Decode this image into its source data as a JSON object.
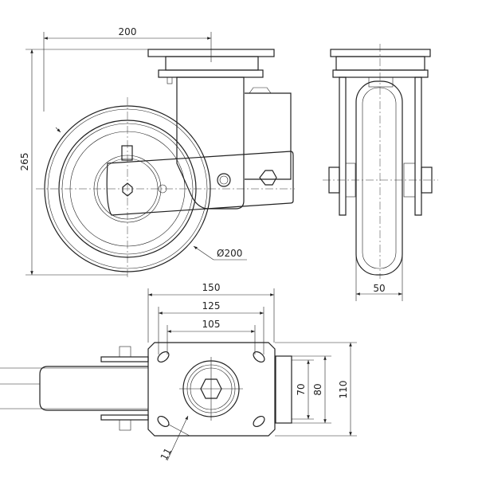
{
  "drawing": {
    "side_view": {
      "width_dim": "200",
      "height_dim": "265",
      "wheel_diameter": "Ø200"
    },
    "front_view": {
      "wheel_width_dim": "50"
    },
    "top_view": {
      "plate_width_dim": "150",
      "hole_spacing_outer_dim": "125",
      "hole_spacing_inner_dim": "105",
      "plate_depth_dim": "110",
      "hole_spacing_depth_outer_dim": "80",
      "hole_spacing_depth_inner_dim": "70",
      "bolt_hole_dim": "11"
    }
  }
}
